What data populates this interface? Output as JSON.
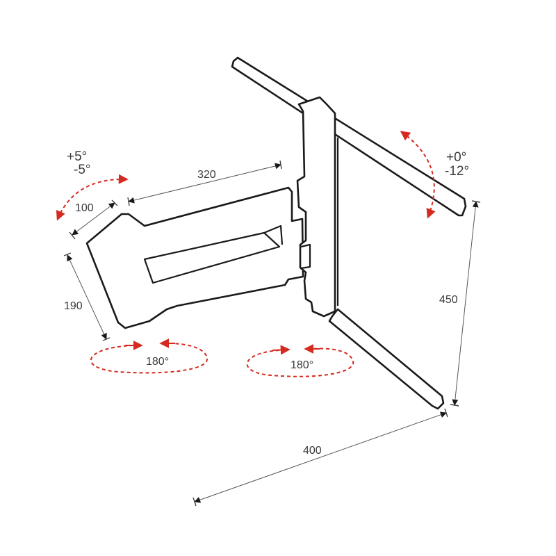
{
  "colors": {
    "line": "#1a1a1a",
    "dimension": "#555555",
    "rotation_arrow": "#d42a1f"
  },
  "dimensions": {
    "arm_length": "320",
    "arm_width": "100",
    "arm_depth": "190",
    "plate_height": "450",
    "plate_width": "400"
  },
  "tilt": {
    "arm_up": "+5°",
    "arm_down": "-5°",
    "plate_up": "+0°",
    "plate_down": "-12°"
  },
  "swivel": {
    "wall_joint": "180°",
    "arm_joint": "180°"
  }
}
